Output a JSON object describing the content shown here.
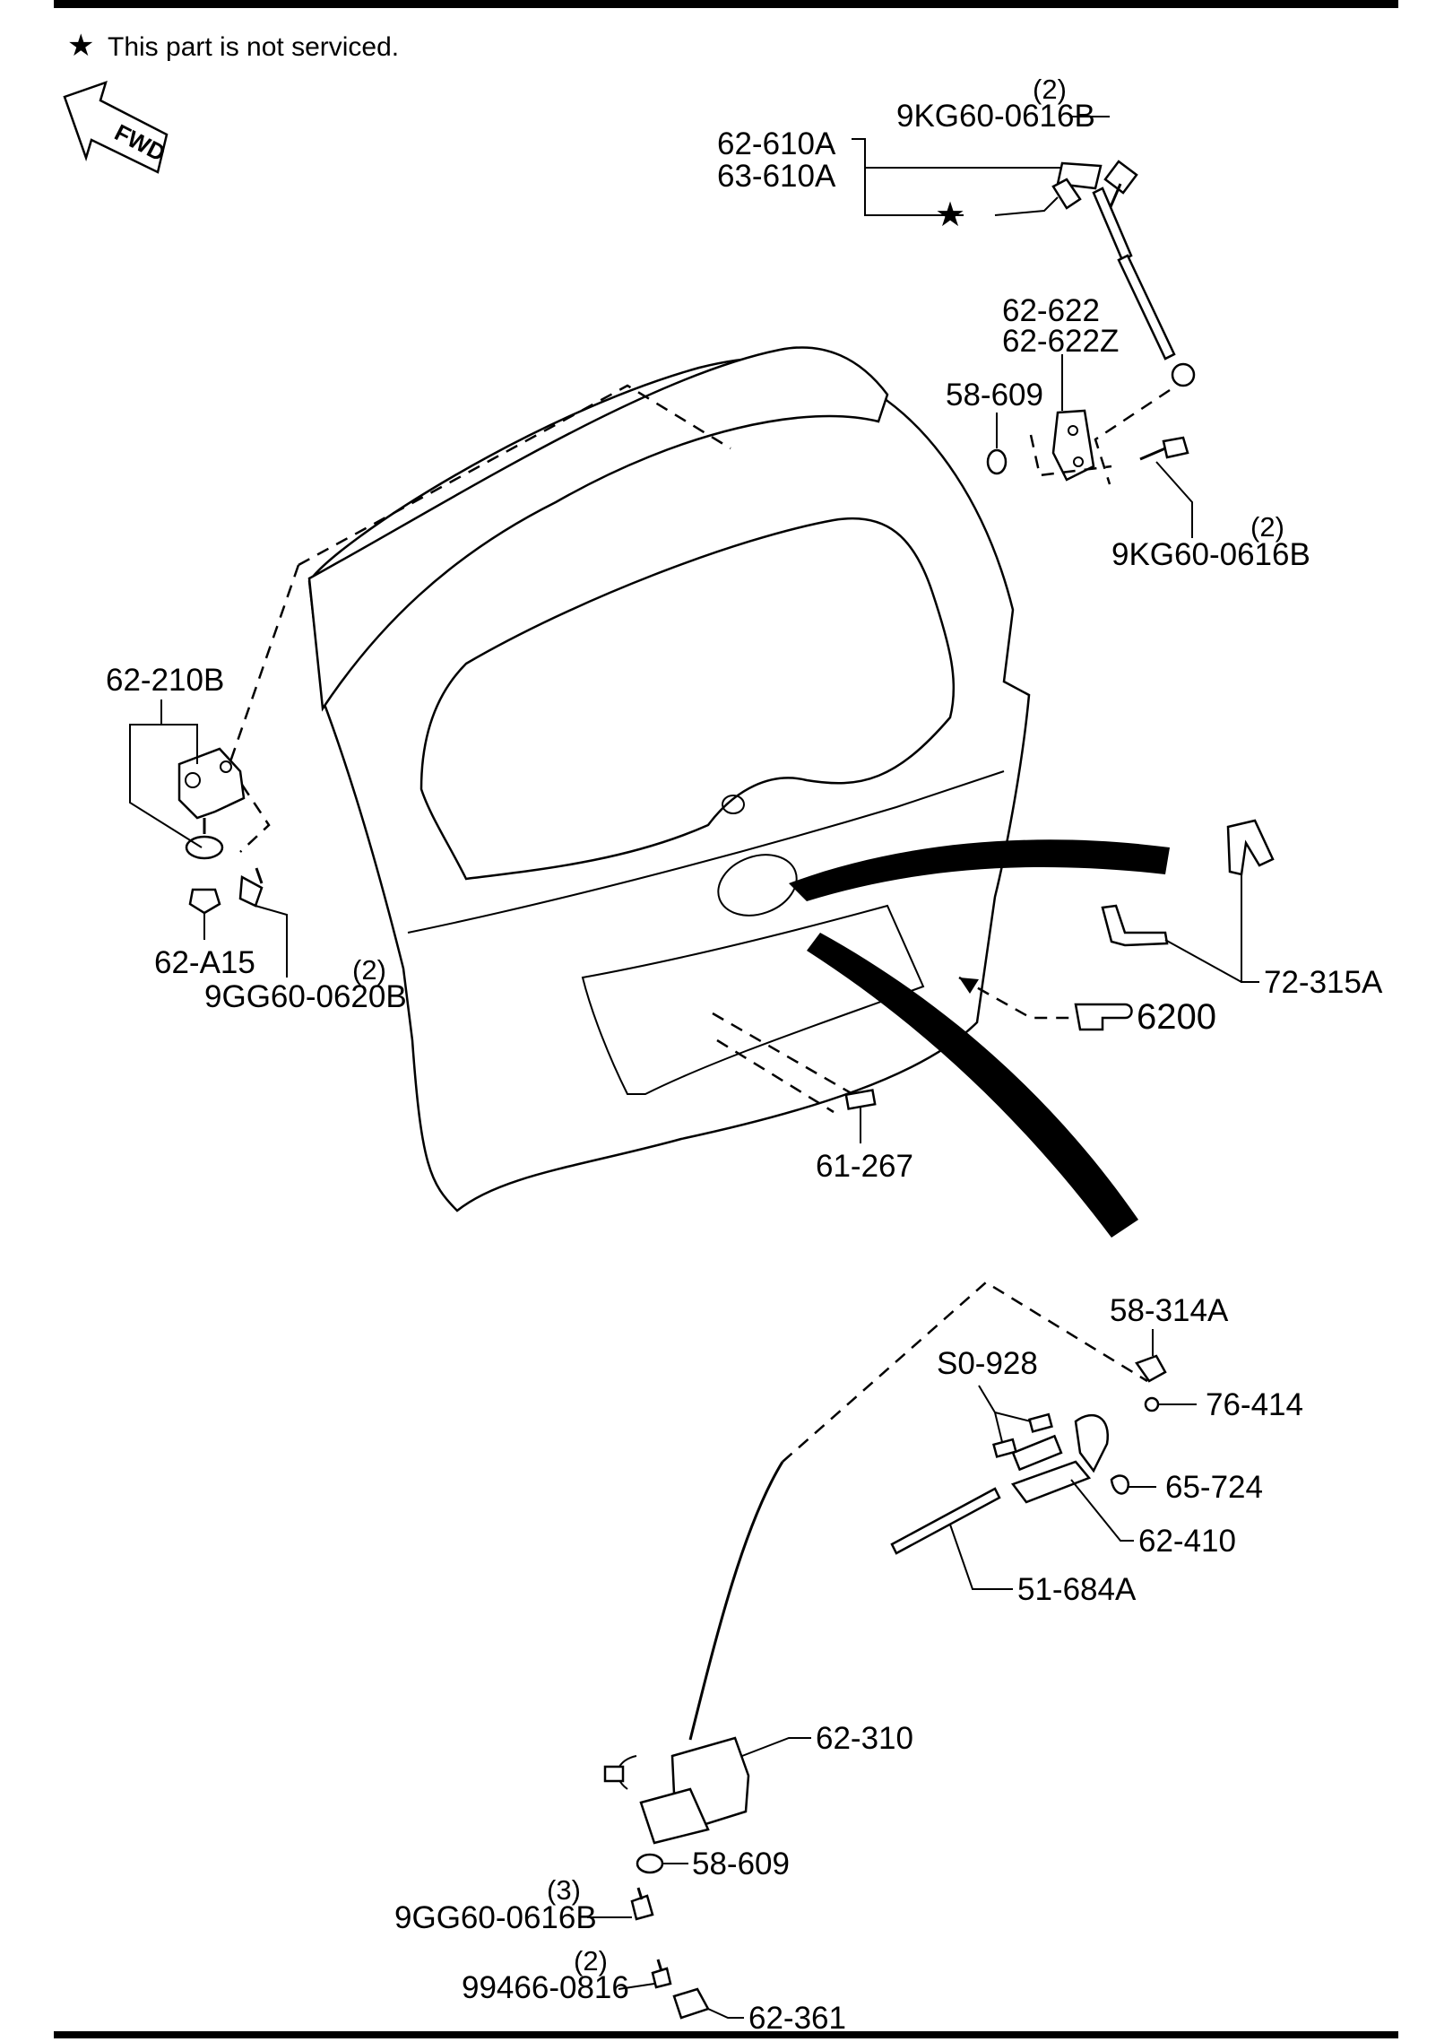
{
  "note": {
    "symbol": "★",
    "text": "This part is not serviced."
  },
  "fwd_label": "FWD",
  "labels": {
    "l_9kg_top": "9KG60-0616B",
    "l_62610a": "62-610A",
    "l_63610a": "63-610A",
    "l_62622": "62-622",
    "l_62622z": "62-622Z",
    "l_58609_top": "58-609",
    "l_9kg_mid": "9KG60-0616B",
    "l_62210b": "62-210B",
    "l_62a15": "62-A15",
    "l_9gg_0620b": "9GG60-0620B",
    "l_72315a": "72-315A",
    "l_6200": "6200",
    "l_61267": "61-267",
    "l_58314a": "58-314A",
    "l_s0928": "S0-928",
    "l_76414": "76-414",
    "l_65724": "65-724",
    "l_62410": "62-410",
    "l_51684a": "51-684A",
    "l_62310": "62-310",
    "l_58609_bot": "58-609",
    "l_9gg_0616b": "9GG60-0616B",
    "l_99466": "99466-0816",
    "l_62361": "62-361"
  },
  "quantities": {
    "q_9kg_top": "(2)",
    "q_9kg_mid": "(2)",
    "q_9gg_0620b": "(2)",
    "q_9gg_0616b": "(3)",
    "q_99466": "(2)"
  },
  "star_marker": "★"
}
